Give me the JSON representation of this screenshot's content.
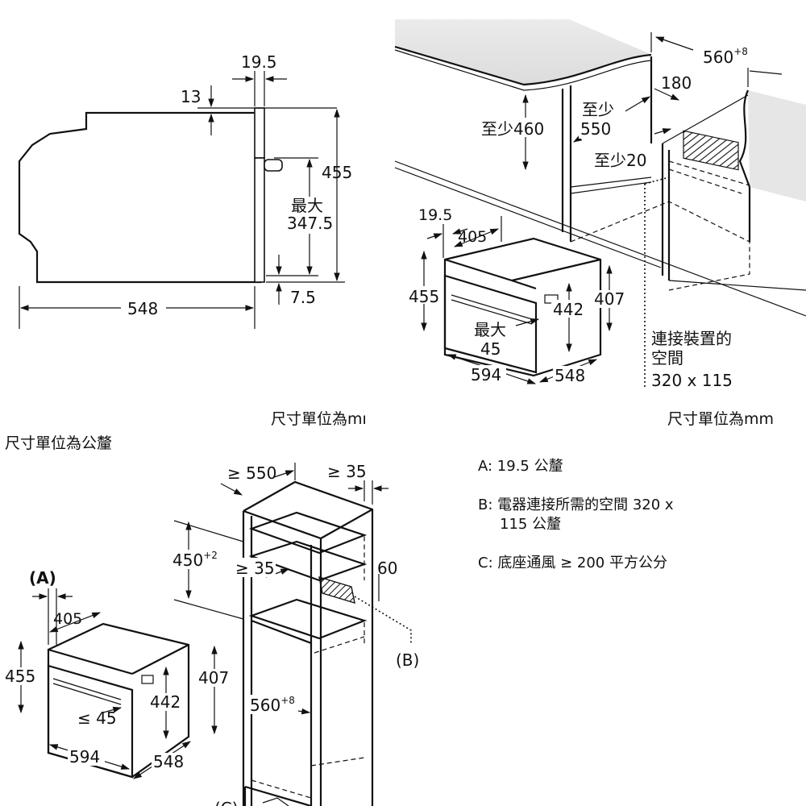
{
  "side_view": {
    "dim_19_5": "19.5",
    "dim_13": "13",
    "dim_455": "455",
    "max_label": "最大",
    "max_value": "347.5",
    "dim_7_5": "7.5",
    "dim_548": "548",
    "unit_note": "尺寸單位為mı"
  },
  "install_view": {
    "dim_560": "560",
    "dim_560_sup": "+8",
    "dim_180": "180",
    "min_460": "至少460",
    "min_550_a": "至少",
    "min_550_b": "550",
    "min_20": "至少20",
    "dim_19_5": "19.5",
    "dim_405": "405",
    "dim_455": "455",
    "dim_442": "442",
    "dim_407": "407",
    "max_label": "最大",
    "max_45": "45",
    "dim_594": "594",
    "dim_548": "548",
    "conn_line1": "連接裝置的",
    "conn_line2": "空間",
    "conn_line3": "320 x 115",
    "unit_note": "尺寸單位為mm"
  },
  "tall_view": {
    "unit_note": "尺寸單位為公釐",
    "dim_550": "≥ 550",
    "dim_35_top": "≥ 35",
    "dim_450": "450",
    "dim_450_sup": "+2",
    "dim_35_mid": "≥ 35",
    "dim_60": "60",
    "label_a": "(A)",
    "dim_405": "405",
    "dim_455": "455",
    "dim_407": "407",
    "dim_442": "442",
    "dim_le45": "≤ 45",
    "dim_594": "594",
    "dim_548": "548",
    "dim_560": "560",
    "dim_560_sup": "+8",
    "label_b": "(B)",
    "label_c": "(C)"
  },
  "legend": {
    "a": "A: 19.5 公釐",
    "b_line1": "B: 電器連接所需的空間 320 x",
    "b_line2": "115 公釐",
    "c": "C: 底座通風 ≥ 200 平方公分"
  }
}
